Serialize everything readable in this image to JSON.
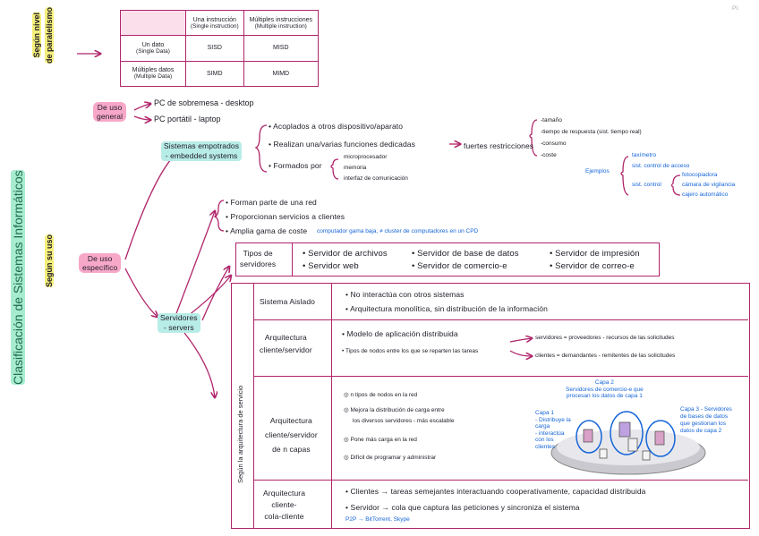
{
  "page_ref": "PI.",
  "titles": {
    "main": "Clasificación de Sistemas Informáticos",
    "parallelism_a": "Según nivel",
    "parallelism_b": "de paralelismo",
    "use": "Según su uso"
  },
  "flynn": {
    "col1_a": "Una instrucción",
    "col1_b": "(Single instruction)",
    "col2_a": "Múltiples instrucciones",
    "col2_b": "(Multiple instruction)",
    "row1_a": "Un dato",
    "row1_b": "(Single Data)",
    "row2_a": "Múltiples datos",
    "row2_b": "(Multiple Data)",
    "sisd": "SISD",
    "misd": "MISD",
    "simd": "SIMD",
    "mimd": "MIMD"
  },
  "general": {
    "label_a": "De uso",
    "label_b": "general",
    "desktop": "PC de sobremesa - desktop",
    "laptop": "PC portátil - laptop"
  },
  "embedded": {
    "label_a": "Sistemas empotrados",
    "label_b": "- embedded systems",
    "b1": "Acoplados a otros dispositivo/aparato",
    "b2": "Realizan una/varias funciones dedicadas",
    "b2_arrow": "fuertes restricciones",
    "b3": "Formados por",
    "parts": [
      "microprocesador",
      "memoria",
      "interfaz de comunicación"
    ],
    "restrictions": [
      "-tamaño",
      "-tiempo de respuesta (sist. tiempo real)",
      "-consumo",
      "-coste"
    ],
    "examples_label": "Ejemplos",
    "examples": [
      "taxímetro",
      "sist. control de acceso",
      "sist. control",
      "fotocopiadora",
      "cámara de vigilancia",
      "cajero automático"
    ]
  },
  "specific": {
    "label_a": "De uso",
    "label_b": "específico"
  },
  "servers": {
    "label_a": "Servidores",
    "label_b": "- servers",
    "b1": "Forman parte de una red",
    "b2": "Proporcionan servicios a clientes",
    "b3": "Amplia gama de coste",
    "b3_note": "computador gama baja, ≠ cluster de computadores en un CPD",
    "types_label_a": "Tipos de",
    "types_label_b": "servidores",
    "types": [
      "Servidor de archivos",
      "Servidor de base de datos",
      "Servidor de impresión",
      "Servidor web",
      "Servidor de comercio-e",
      "Servidor de correo-e"
    ]
  },
  "arch": {
    "side_label": "Según la arquitectura de servicio",
    "isolated": {
      "name": "Sistema Aislado",
      "b1": "No interactúa con otros sistemas",
      "b2": "Arquitectura monolítica, sin distribución de la información"
    },
    "client_server": {
      "name_a": "Arquitectura",
      "name_b": "cliente/servidor",
      "b1": "Modelo de aplicación distribuida",
      "b2": "Tipos de nodos entre los que se reparten las tareas",
      "r1": "servidores = proveedores - recursos de las solicitudes",
      "r2": "clientes = demandantes - remitentes de las solicitudes"
    },
    "n_tier": {
      "name_a": "Arquitectura",
      "name_b": "cliente/servidor",
      "name_c": "de n capas",
      "b1": "n tipos de nodos en la red",
      "b2": "Mejora la distribución de carga entre",
      "b2b": "los diversos servidores - más escalable",
      "b3": "Pone más carga en la red",
      "b4": "Difícil de programar y administrar",
      "layer1": [
        "Capa 1",
        "- Distribuye la",
        "carga",
        "- interactúa",
        "con los",
        "clientes"
      ],
      "layer2": [
        "Capa 2",
        "Servidores de comercio-e que",
        "procesan los datos de capa 1"
      ],
      "layer3": [
        "Capa 3 - Servidores",
        "de bases de datos",
        "que gestionan los",
        "datos de capa 2"
      ]
    },
    "p2p": {
      "name_a": "Arquitectura",
      "name_b": "cliente-",
      "name_c": "cola-cliente",
      "b1": "Clientes → tareas semejantes interactuando cooperativamente, capacidad distribuida",
      "b2": "Servidor → cola que captura las peticiones y sincroniza el sistema",
      "note": "P2P → BitTorrent, Skype"
    }
  },
  "colors": {
    "accent": "#b0246a",
    "note_blue": "#1565d8",
    "pink": "#f7a8c8",
    "teal": "#b8ece7",
    "yellow": "#f4ef7a"
  }
}
